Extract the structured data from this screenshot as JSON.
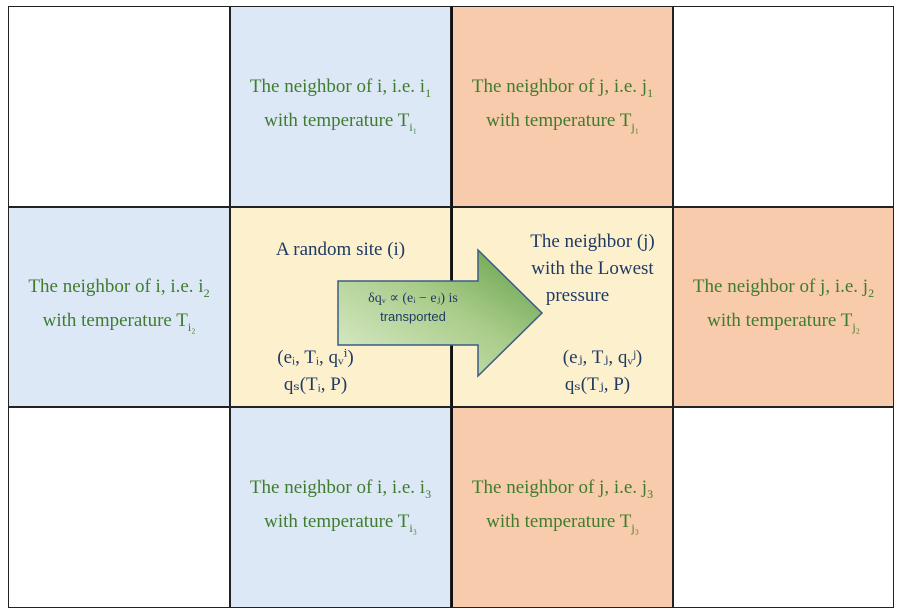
{
  "neighbor_i1": {
    "line1": "The neighbor of i, i.e. i",
    "sub": "1",
    "line2": "with temperature T",
    "tsub": "i₁"
  },
  "neighbor_j1": {
    "line1": "The neighbor of j, i.e. j",
    "sub": "1",
    "line2": "with temperature T",
    "tsub": "j₁"
  },
  "neighbor_i2": {
    "line1": "The neighbor of i, i.e. i",
    "sub": "2",
    "line2": "with temperature T",
    "tsub": "i₂"
  },
  "neighbor_j2": {
    "line1": "The neighbor of j, i.e. j",
    "sub": "2",
    "line2": "with temperature T",
    "tsub": "j₂"
  },
  "neighbor_i3": {
    "line1": "The neighbor of i, i.e. i",
    "sub": "3",
    "line2": "with temperature T",
    "tsub": "i₃"
  },
  "neighbor_j3": {
    "line1": "The neighbor of j, i.e. j",
    "sub": "3",
    "line2": "with temperature T",
    "tsub": "j₃"
  },
  "random_site": {
    "title": "A random site (i)",
    "state": "(eᵢ, Tᵢ, qᵥⁱ)",
    "qs": "qₛ(Tᵢ, P)"
  },
  "lowest_neighbor": {
    "line1": "The neighbor (j)",
    "line2": "with the Lowest",
    "line3": "pressure",
    "state": "(eⱼ, Tⱼ, qᵥʲ)",
    "qs": "qₛ(Tⱼ, P)"
  },
  "arrow": {
    "line1": "δqᵥ ∝ (eᵢ − eⱼ) is",
    "line2": "transported"
  },
  "colors": {
    "blue": "#dce8f5",
    "orange": "#f7cbab",
    "yellow": "#fdf0cc",
    "green_text": "#3f7c2f",
    "navy_text": "#1f3a64"
  }
}
